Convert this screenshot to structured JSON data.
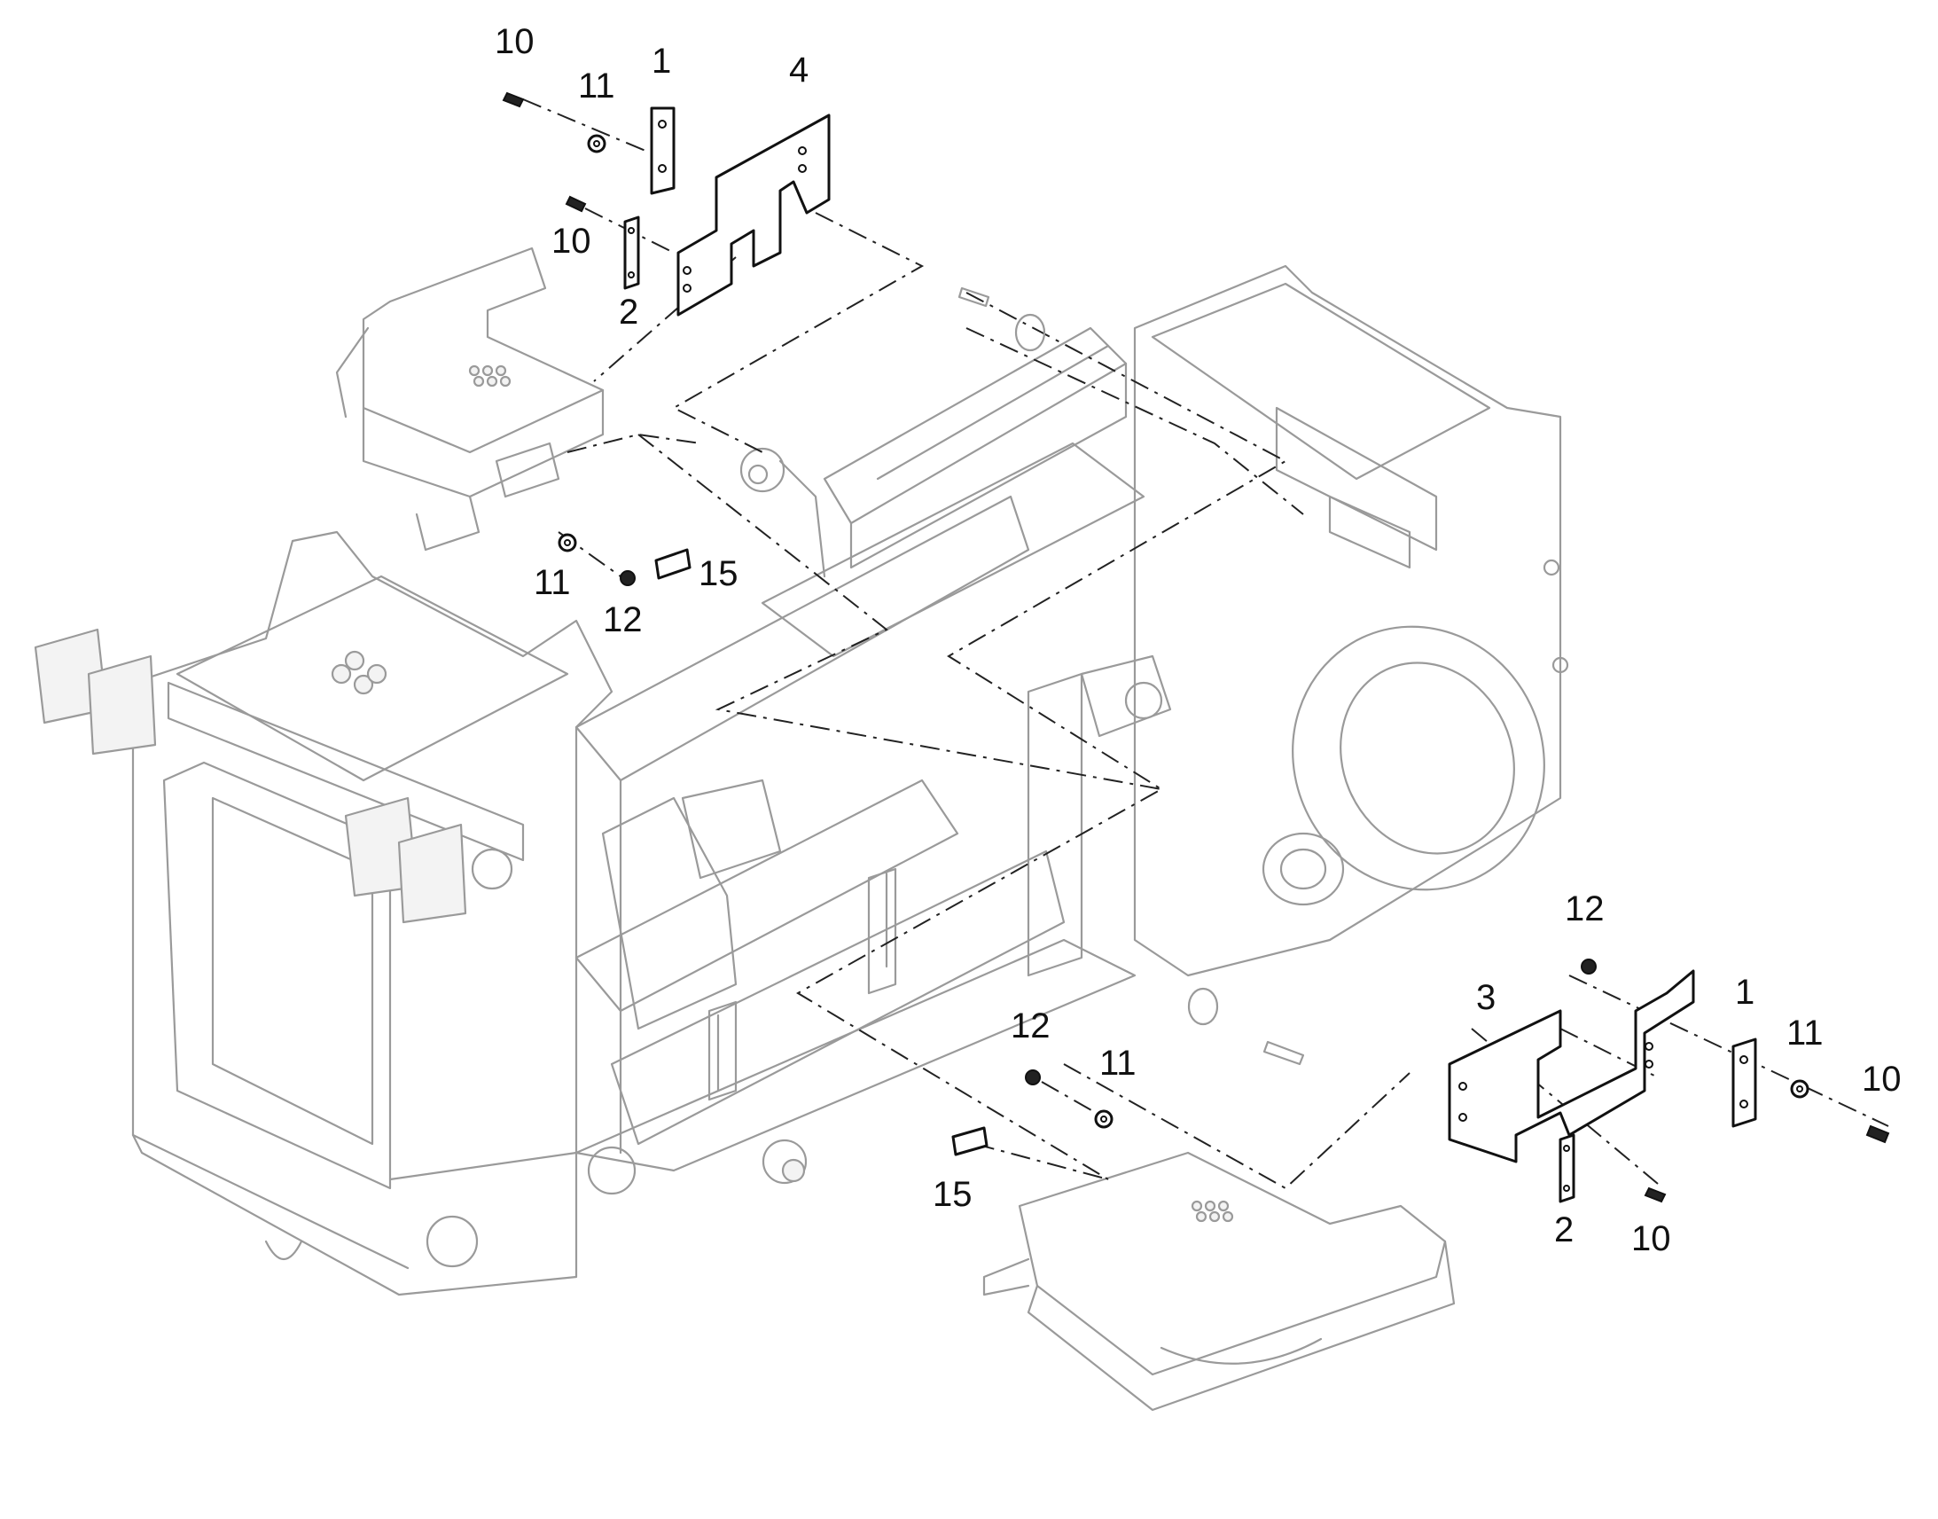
{
  "diagram": {
    "type": "exploded parts view",
    "callouts": {
      "c10_top": "10",
      "c11_top": "11",
      "c1_top": "1",
      "c4_top": "4",
      "c10_mid": "10",
      "c2_top": "2",
      "c11_left": "11",
      "c12_left": "12",
      "c15_left": "15",
      "c12_right": "12",
      "c3_right": "3",
      "c1_right": "1",
      "c11_right": "11",
      "c10_right": "10",
      "c12_bottom": "12",
      "c11_bottom": "11",
      "c15_bottom": "15",
      "c2_bottom": "2",
      "c10_bottom": "10"
    }
  }
}
